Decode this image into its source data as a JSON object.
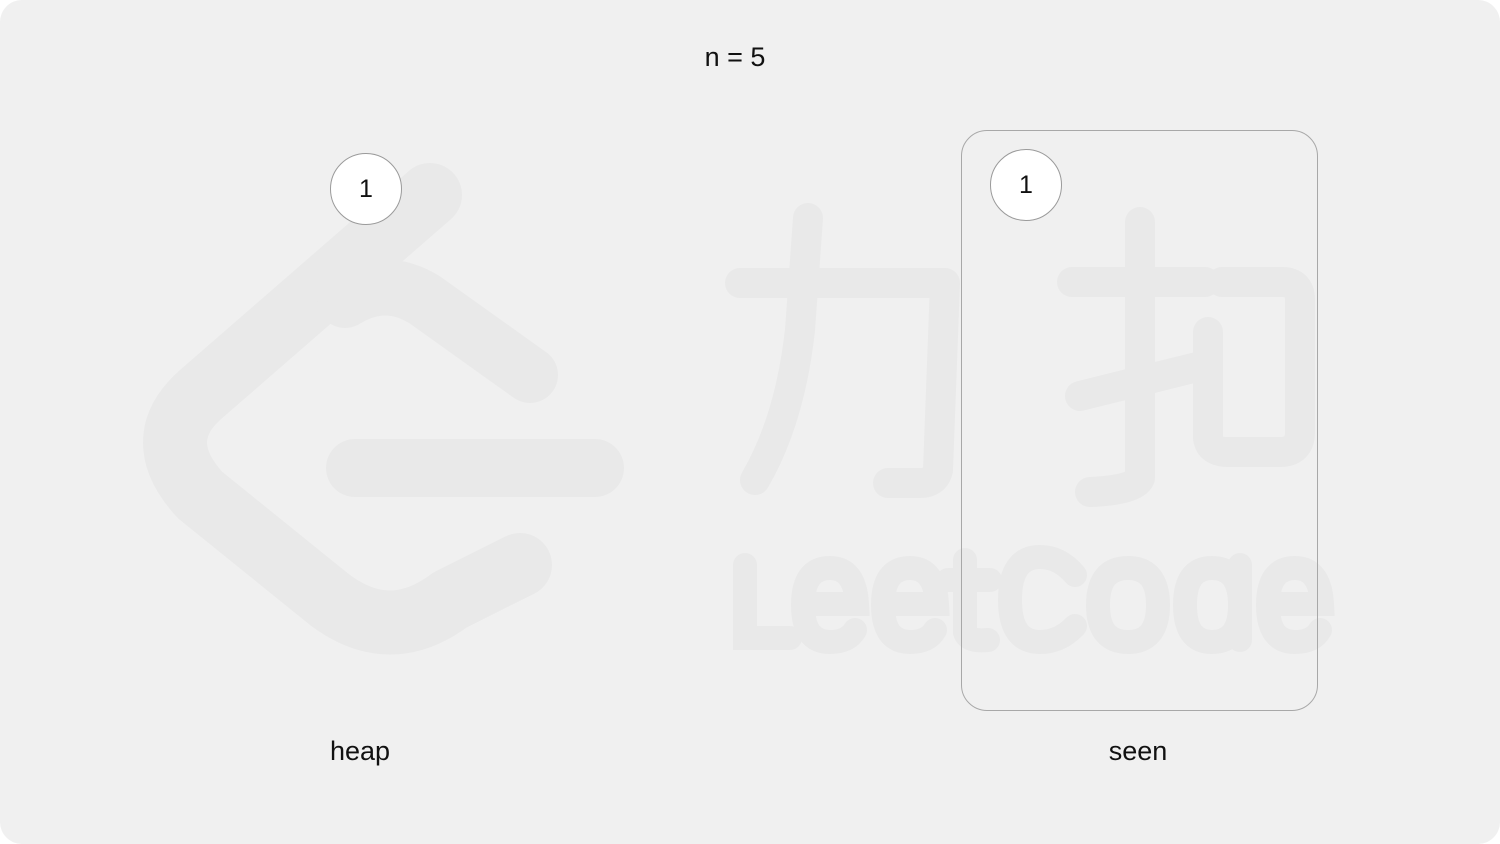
{
  "title": "n = 5",
  "heap": {
    "label": "heap",
    "nodes": [
      "1"
    ]
  },
  "seen": {
    "label": "seen",
    "nodes": [
      "1"
    ]
  },
  "watermark": {
    "logo": "leetcode-logo",
    "text_cn": "力扣",
    "text_en": "LeetCode"
  },
  "colors": {
    "background": "#f0f0f0",
    "node_fill": "#ffffff",
    "node_border": "#9a9a9a",
    "box_border": "#a8a8a8",
    "text": "#111111"
  }
}
